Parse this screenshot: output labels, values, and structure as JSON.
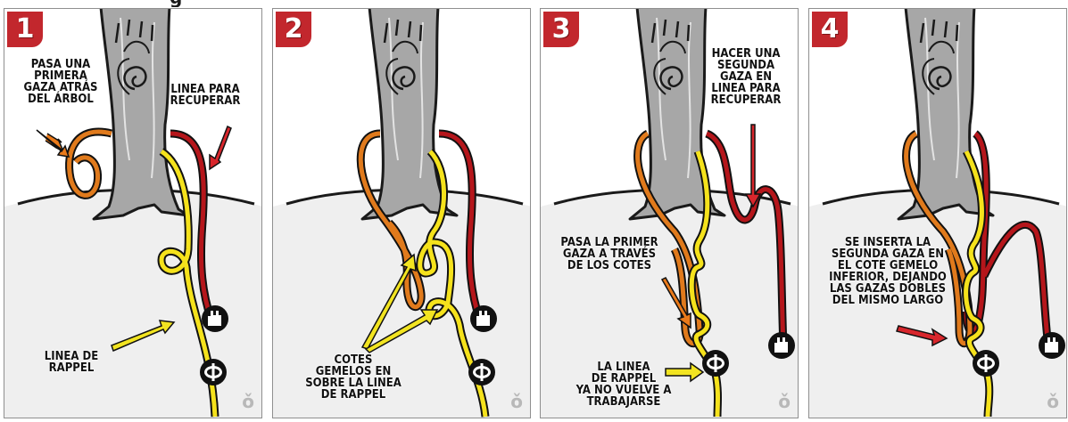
{
  "header": {
    "partial_title": "g"
  },
  "panels": [
    {
      "number": "1",
      "labels": {
        "first_loop": "PASA UNA\nPRIMERA\nGAZA ATRÁS\nDEL ÁRBOL",
        "retrieve_line": "LINEA PARA\nRECUPERAR",
        "rappel_line": "LINEA DE\nRAPPEL"
      }
    },
    {
      "number": "2",
      "labels": {
        "hitches": "COTES\nGEMELOS EN\nSOBRE LA LINEA\nDE RAPPEL"
      }
    },
    {
      "number": "3",
      "labels": {
        "second_loop": "HACER UNA\nSEGUNDA\nGAZA EN\nLINEA PARA\nRECUPERAR",
        "pass_loop": "PASA LA PRIMER\nGAZA A TRAVÉS\nDE LOS COTES",
        "no_work": "LA LINEA\nDE RAPPEL\nYA NO VUELVE A\nTRABAJARSE"
      }
    },
    {
      "number": "4",
      "labels": {
        "insert_loop": "SE INSERTA LA\nSEGUNDA GAZA EN\nEL COTE GEMELO\nINFERIOR, DEJANDO\nLAS GAZAS DOBLES\nDEL MISMO LARGO"
      }
    }
  ],
  "colors": {
    "badge": "#c2272d",
    "rope_red": "#b5161b",
    "rope_orange": "#e07a1c",
    "rope_yellow": "#f5e21c",
    "arrow_yellow": "#f2e421",
    "arrow_orange": "#ea7a1a",
    "arrow_red": "#d8262c",
    "tree": "#a8a8a8"
  },
  "icons": [
    "pulling-hand-icon",
    "descender-icon",
    "logo-mark-icon"
  ]
}
